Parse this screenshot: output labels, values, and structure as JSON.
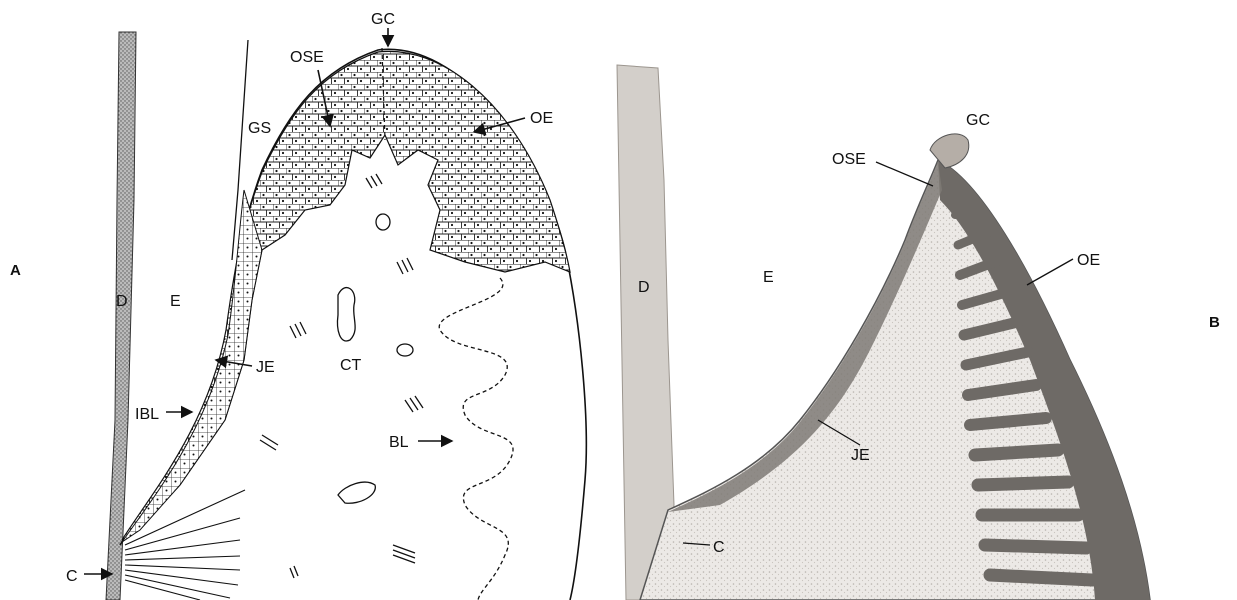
{
  "panels": [
    {
      "id": "A",
      "label": "A"
    },
    {
      "id": "B",
      "label": "B"
    }
  ],
  "labels_a": {
    "gc": "GC",
    "ose": "OSE",
    "oe": "OE",
    "gs": "GS",
    "d": "D",
    "e": "E",
    "je": "JE",
    "ct": "CT",
    "ibl": "IBL",
    "bl": "BL",
    "c": "C"
  },
  "labels_b": {
    "gc": "GC",
    "ose": "OSE",
    "oe": "OE",
    "d": "D",
    "e": "E",
    "je": "JE",
    "c": "C"
  },
  "colors": {
    "ink": "#111111",
    "dentin_b": "#cfcac4",
    "epithelium_dark": "#6e6a66",
    "tissue_light": "#e6e3e0"
  }
}
